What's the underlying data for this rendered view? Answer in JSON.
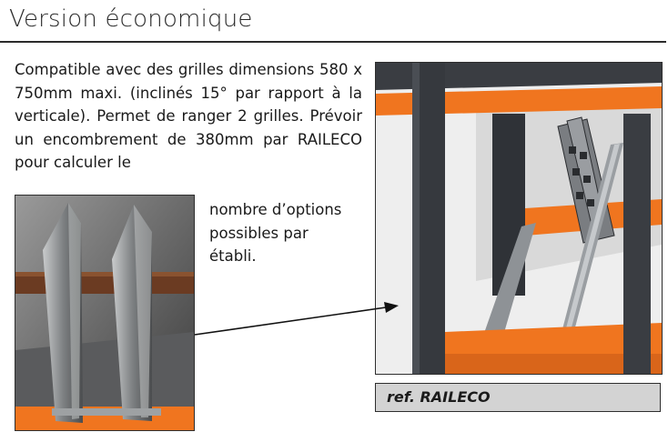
{
  "section": {
    "title": "Version économique"
  },
  "description": {
    "main": "Compatible avec des grilles dimensions 580 x 750mm maxi. (inclinés 15° par rapport à la verticale). Permet de ranger 2 grilles. Prévoir un encombrement de 380mm par RAILECO pour calculer le",
    "continuation": [
      "nombre d’options",
      "possibles par",
      "établi."
    ]
  },
  "caption": {
    "label": "ref. RAILECO"
  },
  "colors": {
    "frame": "#3a3d42",
    "orange": "#f0751f",
    "steel": "#8e9296",
    "caption_bg": "#d3d3d3",
    "rule": "#2b2b2b"
  },
  "images": {
    "left": {
      "subject": "close-up of two sheet-metal dividers on orange rail"
    },
    "right": {
      "subject": "workbench with inclined RAILECO rail holding grids"
    }
  }
}
